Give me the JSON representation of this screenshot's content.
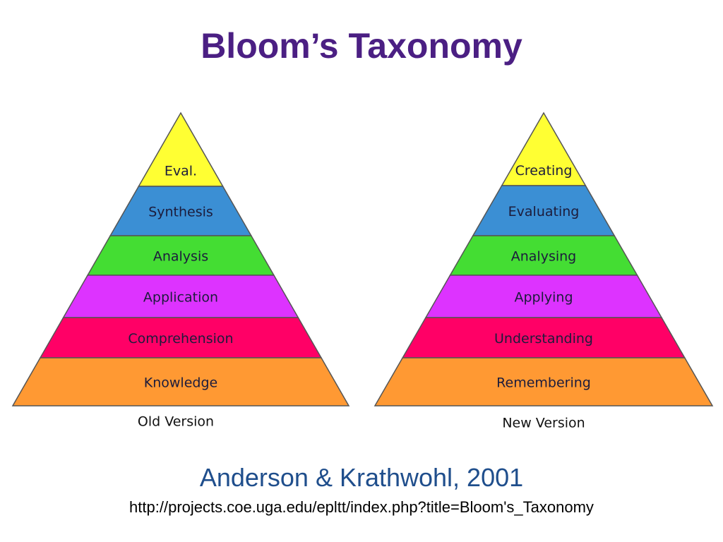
{
  "slide": {
    "title": "Bloom’s Taxonomy",
    "citation": "Anderson & Krathwohl, 2001",
    "url": "http://projects.coe.uga.edu/epltt/index.php?title=Bloom's_Taxonomy"
  },
  "colors": {
    "title": "#4b1f83",
    "citation": "#1f4e8c",
    "outline": "#555555",
    "levels": [
      "#ffff33",
      "#3b8fd4",
      "#44dd33",
      "#dd33ff",
      "#ff0066",
      "#ff9933"
    ]
  },
  "pyramids": [
    {
      "version_label": "Old Version",
      "levels": [
        "Eval.",
        "Synthesis",
        "Analysis",
        "Application",
        "Comprehension",
        "Knowledge"
      ]
    },
    {
      "version_label": "New Version",
      "levels": [
        "Creating",
        "Evaluating",
        "Analysing",
        "Applying",
        "Understanding",
        "Remembering"
      ]
    }
  ]
}
